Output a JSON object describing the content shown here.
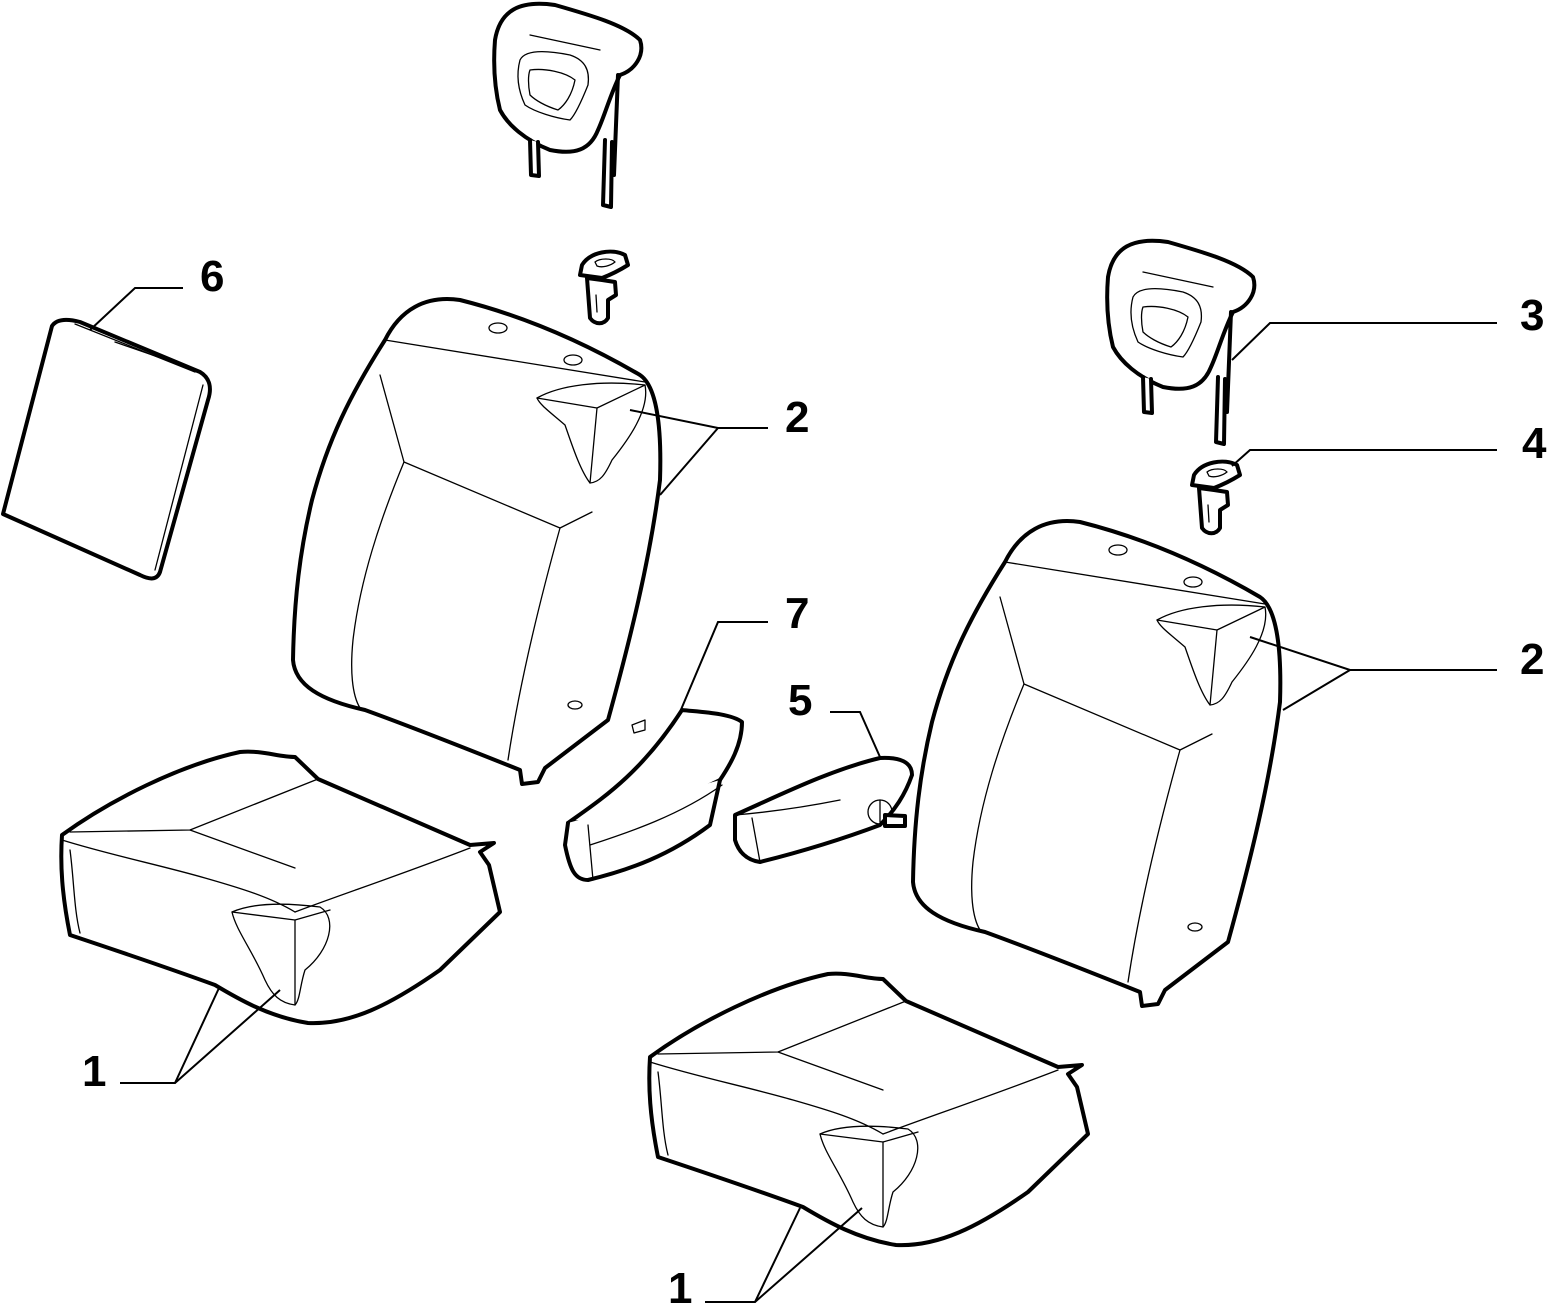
{
  "diagram": {
    "parts": [
      {
        "id": "seat-cushion-left",
        "icon": "seat-cushion-icon"
      },
      {
        "id": "seat-cushion-right",
        "icon": "seat-cushion-icon"
      },
      {
        "id": "seat-backrest-left",
        "icon": "seat-backrest-icon"
      },
      {
        "id": "seat-backrest-right",
        "icon": "seat-backrest-icon"
      },
      {
        "id": "headrest-left",
        "icon": "headrest-icon"
      },
      {
        "id": "headrest-right",
        "icon": "headrest-icon"
      },
      {
        "id": "headrest-guide-left",
        "icon": "headrest-guide-icon"
      },
      {
        "id": "headrest-guide-right",
        "icon": "headrest-guide-icon"
      },
      {
        "id": "back-panel",
        "icon": "panel-icon"
      },
      {
        "id": "armrest-5",
        "icon": "armrest-icon"
      },
      {
        "id": "armrest-7",
        "icon": "armrest-icon"
      }
    ],
    "callouts": {
      "c6": "6",
      "c2_upper": "2",
      "c3": "3",
      "c4": "4",
      "c7": "7",
      "c5": "5",
      "c2_lower": "2",
      "c1_left": "1",
      "c1_right": "1"
    }
  }
}
